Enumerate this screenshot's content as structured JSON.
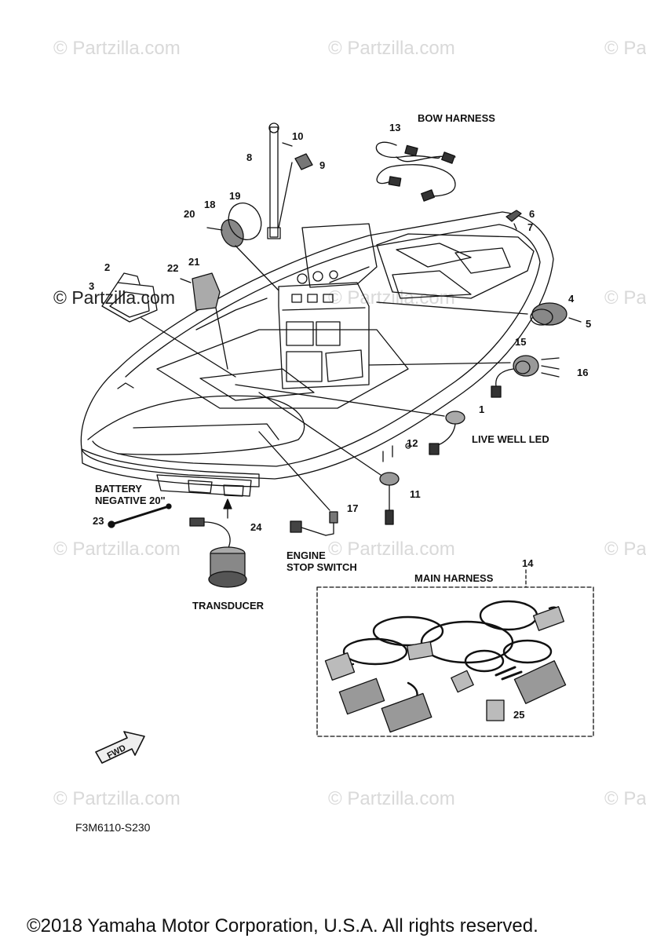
{
  "watermark": {
    "text": "© Partzilla.com",
    "partial": "© Pa"
  },
  "labels": {
    "bow_harness": "BOW HARNESS",
    "live_well_led": "LIVE WELL LED",
    "battery_negative_line1": "BATTERY",
    "battery_negative_line2": "NEGATIVE 20\"",
    "engine_stop_line1": "ENGINE",
    "engine_stop_line2": "STOP SWITCH",
    "transducer": "TRANSDUCER",
    "main_harness": "MAIN HARNESS",
    "fwd": "FWD"
  },
  "callouts": [
    "1",
    "2",
    "3",
    "4",
    "5",
    "6",
    "7",
    "8",
    "9",
    "10",
    "11",
    "12",
    "13",
    "14",
    "15",
    "16",
    "17",
    "18",
    "19",
    "20",
    "21",
    "22",
    "23",
    "24",
    "25"
  ],
  "diagram_code": "F3M6110-S230",
  "copyright": "©2018  Yamaha Motor Corporation, U.S.A. All rights reserved."
}
